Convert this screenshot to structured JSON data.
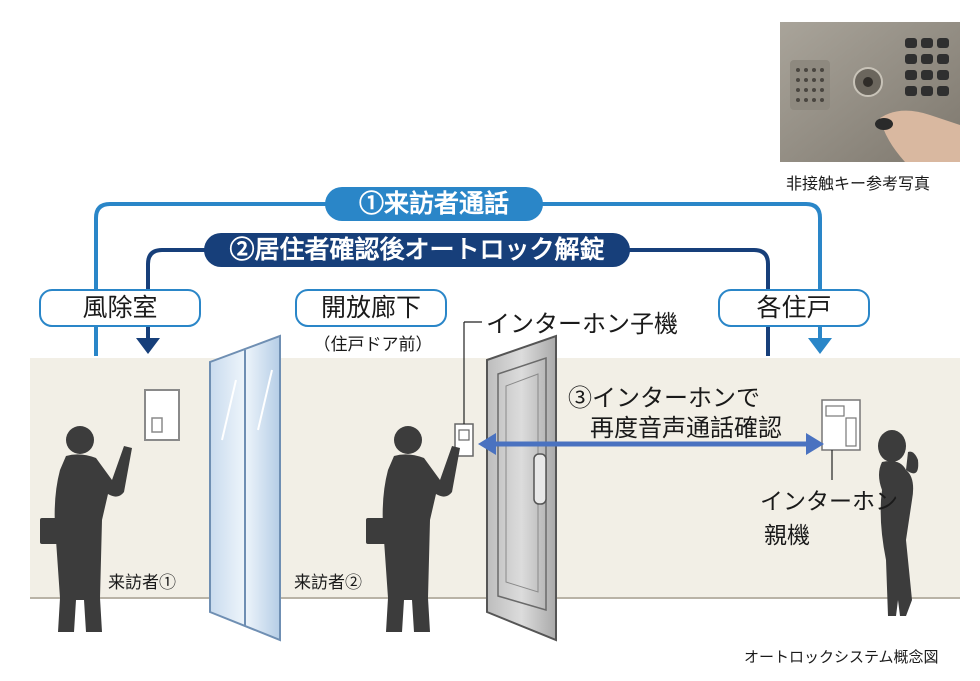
{
  "photo_caption": "非接触キー参考写真",
  "flows": [
    {
      "label": "①来訪者通話",
      "color": "#2a86c8"
    },
    {
      "label": "②居住者確認後オートロック解錠",
      "color": "#173f7a"
    },
    {
      "label": "③インターホンで",
      "label2": "再度音声通話確認",
      "color": "#4a72c0"
    }
  ],
  "zones": {
    "vestibule": "風除室",
    "corridor": "開放廊下",
    "corridor_sub": "（住戸ドア前）",
    "unit": "各住戸"
  },
  "devices": {
    "slave": "インターホン子機",
    "master_line1": "インターホン",
    "master_line2": "親機"
  },
  "visitors": [
    "来訪者①",
    "来訪者②"
  ],
  "caption": "オートロックシステム概念図"
}
